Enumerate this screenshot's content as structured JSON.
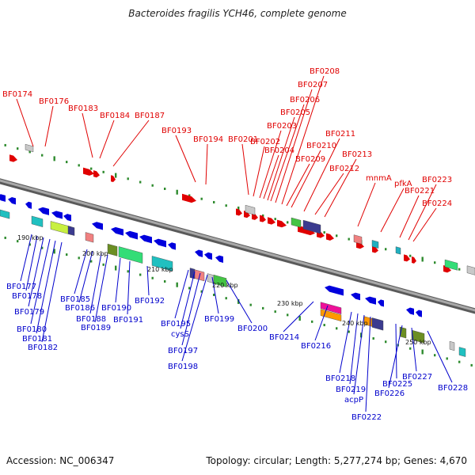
{
  "title": "Bacteroides fragilis YCH46, complete genome",
  "footer": {
    "accession": "Accession: NC_006347",
    "stats": "Topology: circular; Length: 5,277,274 bp; Genes: 4,670"
  },
  "colors": {
    "forward_label": "#e00000",
    "reverse_label": "#0000cc",
    "backbone": "#8a8a8a",
    "tick": "#2e8b2e"
  },
  "scale_labels": [
    "190 kbp",
    "200 kbp",
    "210 kbp",
    "220 kbp",
    "230 kbp",
    "240 kbp",
    "250 kbp"
  ],
  "forward_genes": [
    "BF0174",
    "BF0176",
    "BF0183",
    "BF0184",
    "BF0187",
    "BF0193",
    "BF0194",
    "BF0201",
    "BF0202",
    "BF0203",
    "BF0204",
    "BF0205",
    "BF0206",
    "BF0207",
    "BF0208",
    "BF0209",
    "BF0210",
    "BF0211",
    "BF0212",
    "BF0213",
    "mnmA",
    "pfkA",
    "BF0221",
    "BF0223",
    "BF0224"
  ],
  "reverse_genes": [
    "BF0177",
    "BF0178",
    "BF0179",
    "BF0180",
    "BF0181",
    "BF0182",
    "BF0185",
    "BF0186",
    "BF0188",
    "BF0189",
    "BF0190",
    "BF0191",
    "BF0192",
    "BF0195",
    "cysS",
    "BF0197",
    "BF0198",
    "BF0199",
    "BF0200",
    "BF0214",
    "BF0216",
    "BF0218",
    "BF0219",
    "acpP",
    "BF0222",
    "BF0225",
    "BF0226",
    "BF0227",
    "BF0228"
  ]
}
